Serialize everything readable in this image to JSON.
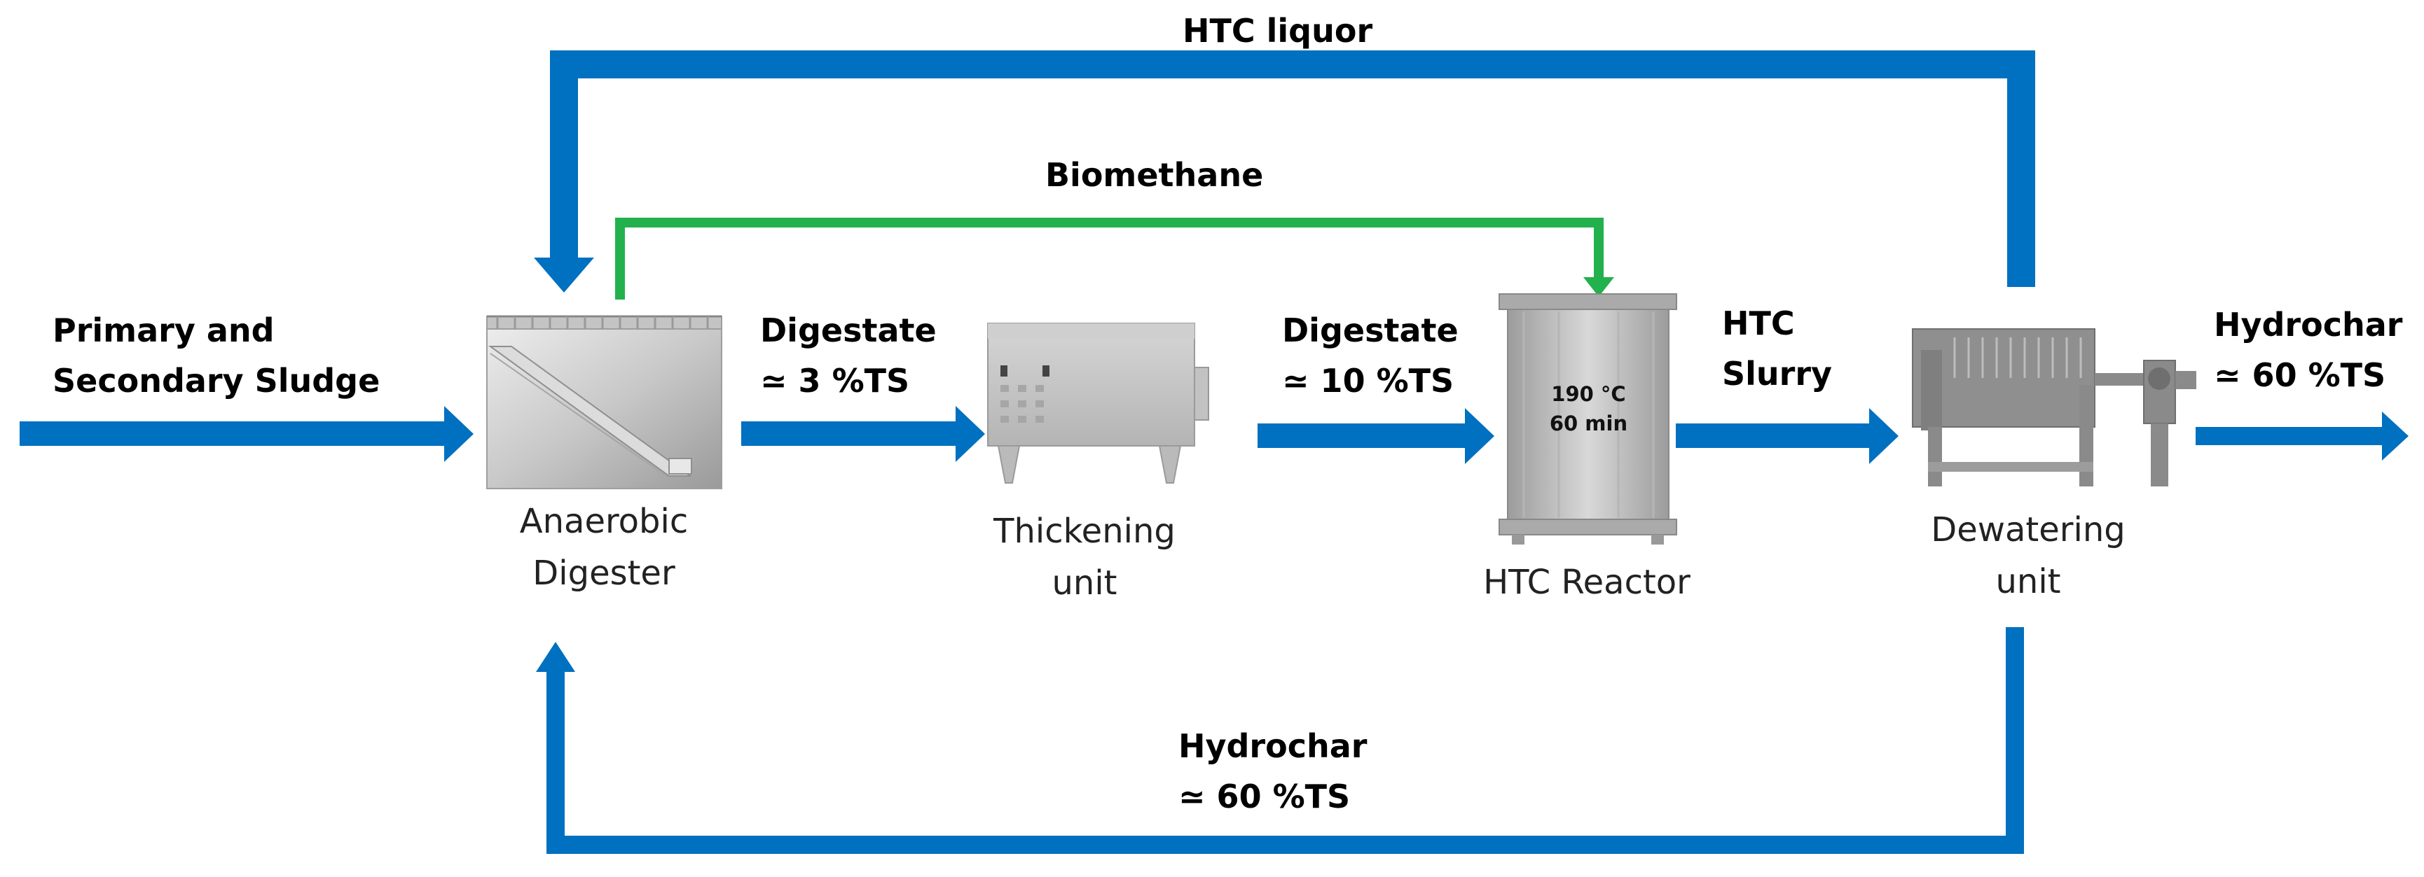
{
  "flows": {
    "htc_liquor": "HTC liquor",
    "biomethane": "Biomethane",
    "input": {
      "line1": "Primary  and",
      "line2": "Secondary Sludge"
    },
    "digestate1": {
      "line1": "Digestate",
      "line2": "≃ 3 %TS"
    },
    "digestate2": {
      "line1": "Digestate",
      "line2": "≃ 10 %TS"
    },
    "htc_slurry": {
      "line1": "HTC",
      "line2": "Slurry"
    },
    "hydrochar_out": {
      "line1": "Hydrochar",
      "line2": "≃ 60 %TS"
    },
    "hydrochar_recycle": {
      "line1": "Hydrochar",
      "line2": "≃ 60 %TS"
    }
  },
  "units": {
    "anaerobic_digester": {
      "line1": "Anaerobic",
      "line2": "Digester"
    },
    "thickening_unit": {
      "line1": "Thickening",
      "line2": "unit"
    },
    "htc_reactor": {
      "label": "HTC Reactor",
      "temp": "190 °C",
      "time": "60 min"
    },
    "dewatering_unit": {
      "line1": "Dewatering",
      "line2": "unit"
    }
  },
  "colors": {
    "flow_blue": "#0070c0",
    "biomethane_green": "#22b14c",
    "equipment_gray": "#bdbdbd"
  }
}
